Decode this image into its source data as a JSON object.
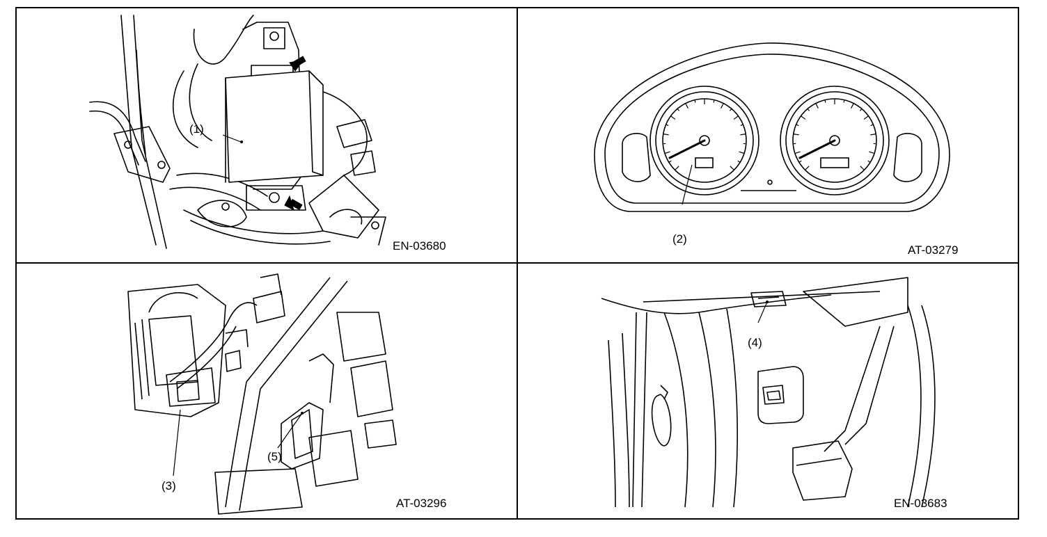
{
  "panels": [
    {
      "id": "top-left",
      "code": "EN-03680",
      "callouts": [
        "(1)"
      ]
    },
    {
      "id": "top-right",
      "code": "AT-03279",
      "callouts": [
        "(2)"
      ]
    },
    {
      "id": "bottom-left",
      "code": "AT-03296",
      "callouts": [
        "(3)",
        "(5)"
      ]
    },
    {
      "id": "bottom-right",
      "code": "EN-03683",
      "callouts": [
        "(4)"
      ]
    }
  ],
  "colors": {
    "line": "#000000",
    "background": "#ffffff"
  }
}
